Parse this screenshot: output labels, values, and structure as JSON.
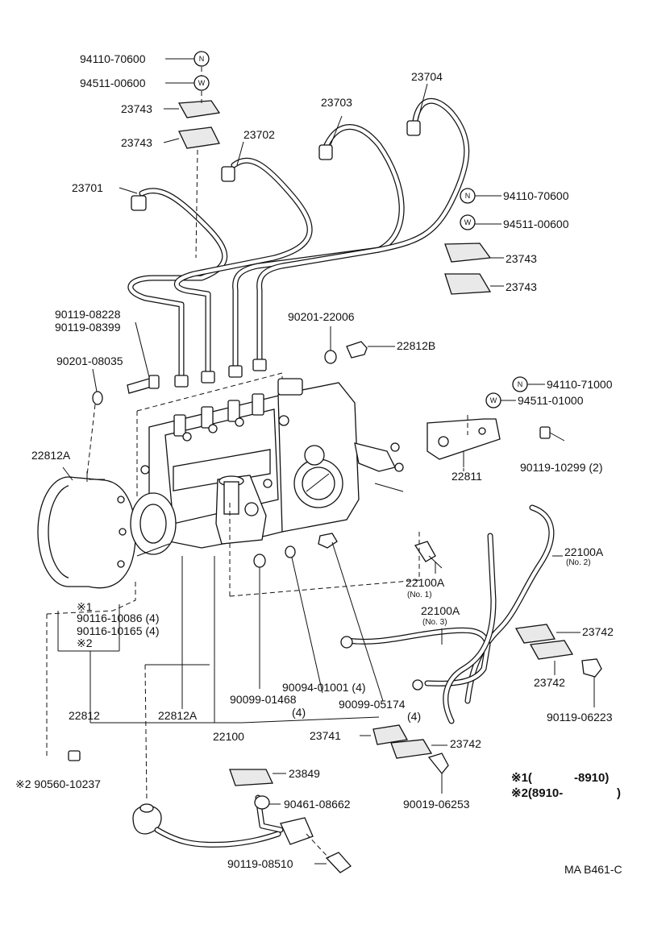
{
  "labels": {
    "p_94110_70600_top": "94110-70600",
    "p_94511_00600_top": "94511-00600",
    "p_23743_a": "23743",
    "p_23743_b": "23743",
    "p_23701": "23701",
    "p_23702": "23702",
    "p_23703": "23703",
    "p_23704": "23704",
    "p_94110_70600_right": "94110-70600",
    "p_94511_00600_right": "94511-00600",
    "p_23743_c": "23743",
    "p_23743_d": "23743",
    "p_90119_08228": "90119-08228",
    "p_90119_08399": "90119-08399",
    "p_90201_22006": "90201-22006",
    "p_22812B": "22812B",
    "p_90201_08035": "90201-08035",
    "p_94110_71000": "94110-71000",
    "p_94511_01000": "94511-01000",
    "p_22812A_left": "22812A",
    "p_22811": "22811",
    "p_90119_10299": "90119-10299 (2)",
    "p_22100A_no2": "22100A",
    "p_22100A_no2_sub": "(No. 2)",
    "p_22100A_no1": "22100A",
    "p_22100A_no1_sub": "(No. 1)",
    "p_22100A_no3": "22100A",
    "p_22100A_no3_sub": "(No. 3)",
    "p_mark1": "※1",
    "p_90116_10086": "90116-10086 (4)",
    "p_90116_10165": "90116-10165 (4)",
    "p_mark2": "※2",
    "p_23742_a": "23742",
    "p_23742_b": "23742",
    "p_90094_01001": "90094-01001 (4)",
    "p_90099_01468": "90099-01468",
    "p_90099_01468_qty": "(4)",
    "p_90099_05174": "90099-05174",
    "p_90099_05174_qty": "(4)",
    "p_90119_06223": "90119-06223",
    "p_22812": "22812",
    "p_22812A_mid": "22812A",
    "p_22100": "22100",
    "p_23741": "23741",
    "p_23742_c": "23742",
    "p_90560_10237": "※2 90560-10237",
    "p_23849": "23849",
    "p_90461_08662": "90461-08662",
    "p_90019_06253": "90019-06253",
    "p_90119_08510": "90119-08510",
    "legend_1_mark": "※1(",
    "legend_1_range": "-8910)",
    "legend_2_mark": "※2(8910-",
    "legend_2_close": ")",
    "fig_code": "MA B461-C",
    "circle_N": "N",
    "circle_W": "W"
  }
}
